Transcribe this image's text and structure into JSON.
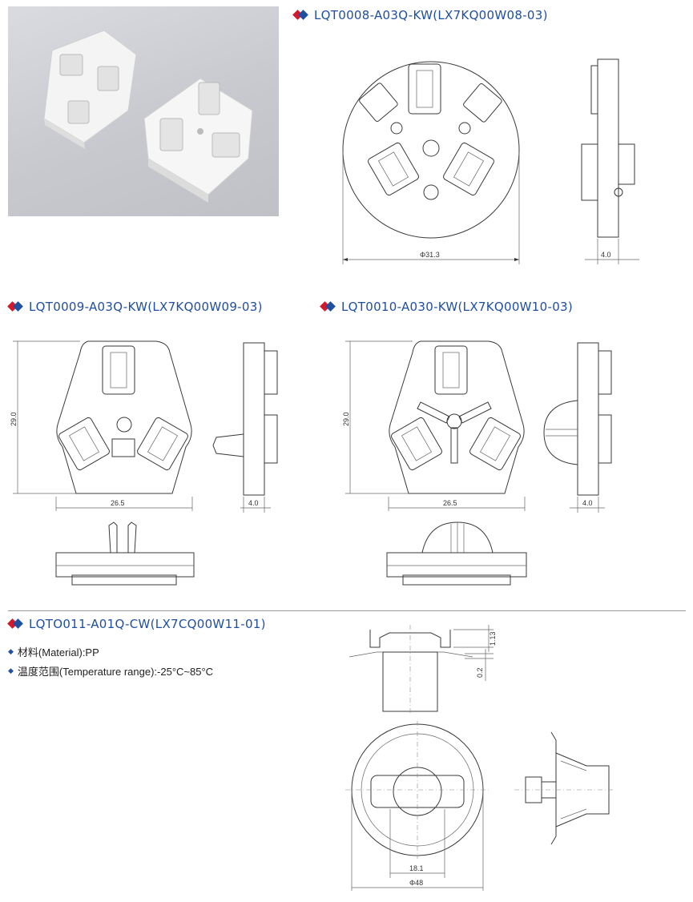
{
  "sections": {
    "lqt0008": {
      "title": "LQT0008-A03Q-KW(LX7KQ00W08-03)",
      "dim_diameter": "Φ31.3",
      "dim_depth": "4.0"
    },
    "lqt0009": {
      "title": "LQT0009-A03Q-KW(LX7KQ00W09-03)",
      "dim_height": "29.0",
      "dim_width": "26.5",
      "dim_depth": "4.0"
    },
    "lqt0010": {
      "title": "LQT0010-A030-KW(LX7KQ00W10-03)",
      "dim_height": "29.0",
      "dim_width": "26.5",
      "dim_depth": "4.0"
    },
    "lqt0011": {
      "title": "LQTO011-A01Q-CW(LX7CQ00W11-01)",
      "dim_top": "1.13",
      "dim_gap": "0.2",
      "dim_inner": "18.1",
      "dim_diameter": "Φ48"
    }
  },
  "specs": [
    {
      "text": "材料(Material):PP"
    },
    {
      "text": "温度范围(Temperature range):-25°C~85°C"
    }
  ],
  "colors": {
    "title_blue": "#1f4fa0",
    "bullet_red": "#d5182a",
    "line": "#3a3a3a"
  }
}
